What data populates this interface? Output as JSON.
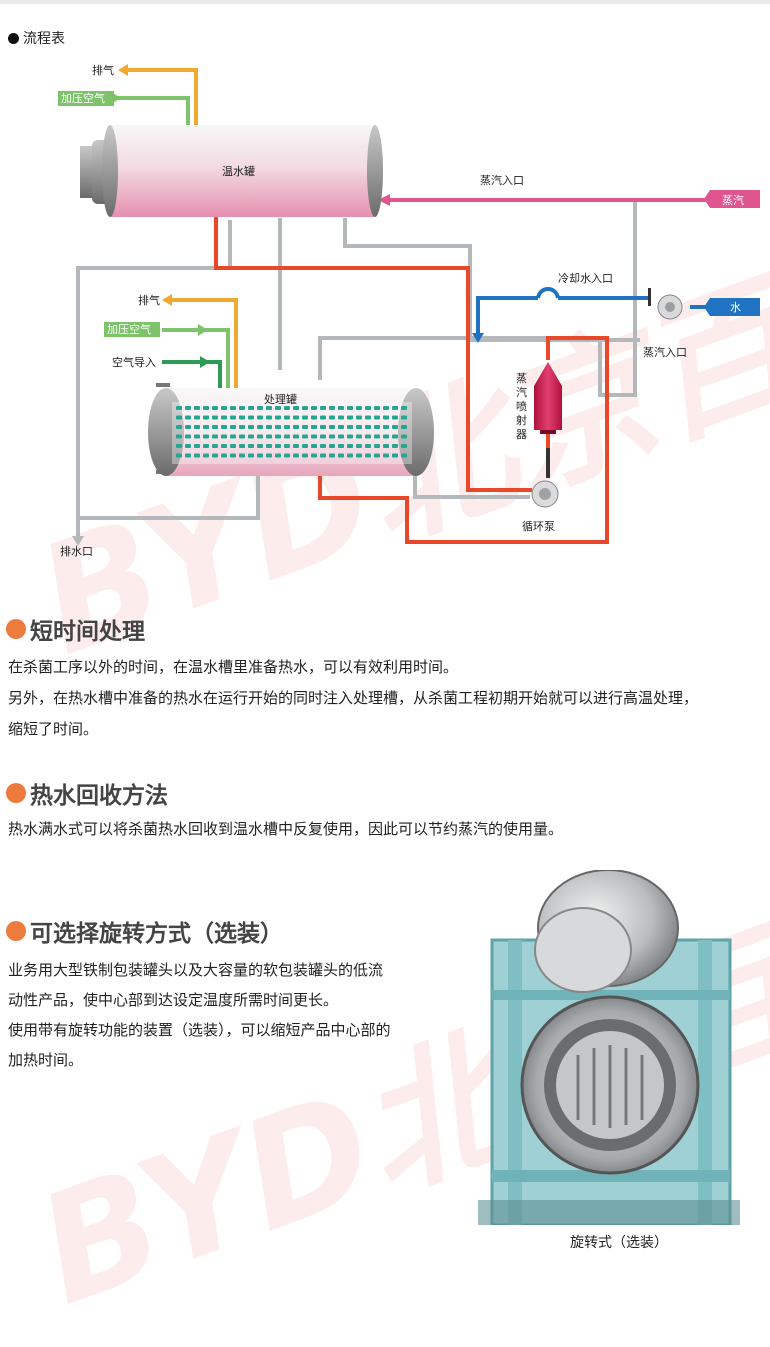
{
  "flow": {
    "title": "流程表",
    "labels": {
      "exhaust": "排气",
      "pressurized_air": "加压空气",
      "hot_water_tank": "温水罐",
      "steam_inlet": "蒸汽入口",
      "steam": "蒸汽",
      "cooling_water_inlet": "冷却水入口",
      "water": "水",
      "steam_inlet_2": "蒸汽入口",
      "exhaust_2": "排气",
      "pressurized_air_2": "加压空气",
      "air_intake": "空气导入",
      "processing_tank": "处理罐",
      "steam_injector": "蒸汽喷射器",
      "circulation_pump": "循环泵",
      "drain_outlet": "排水口"
    },
    "colors": {
      "exhaust_line": "#f0a830",
      "air_line": "#7dc36a",
      "steam_line": "#e0558f",
      "water_line": "#1f73c2",
      "hot_line": "#e8472a",
      "grey_line": "#b5b8bb",
      "tank_pink": "#e89ab4"
    }
  },
  "sections": [
    {
      "heading": "短时间处理",
      "lines": [
        "在杀菌工序以外的时间，在温水槽里准备热水，可以有效利用时间。",
        "另外，在热水槽中准备的热水在运行开始的同时注入处理槽，从杀菌工程初期开始就可以进行高温处理，",
        "缩短了时间。"
      ]
    },
    {
      "heading": "热水回收方法",
      "lines": [
        "热水满水式可以将杀菌热水回收到温水槽中反复使用，因此可以节约蒸汽的使用量。"
      ]
    },
    {
      "heading": "可选择旋转方式（选装）",
      "lines": [
        "业务用大型铁制包装罐头以及大容量的软包装罐头的低流",
        "动性产品，使中心部到达设定温度所需时间更长。",
        "使用带有旋转功能的装置（选装），可以缩短产品中心部的",
        "加热时间。"
      ]
    }
  ],
  "photo_caption": "旋转式（选装）",
  "watermark": "BYD北京百越达"
}
